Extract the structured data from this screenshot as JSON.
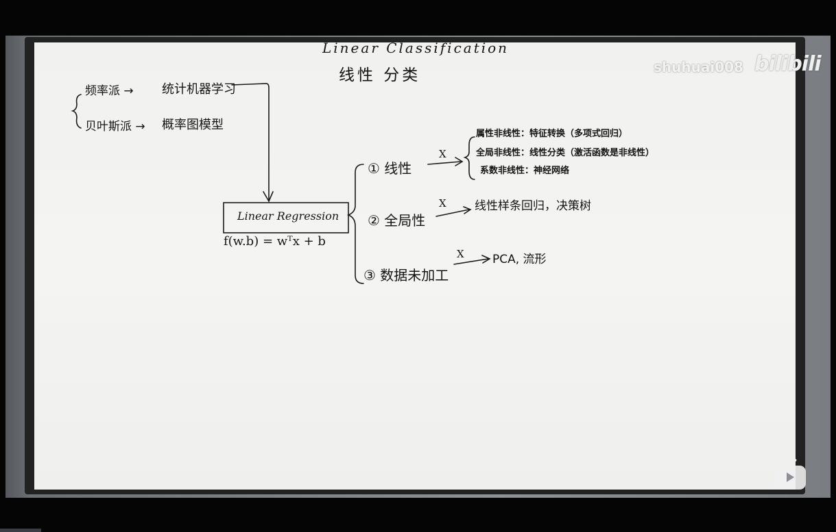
{
  "watermark": {
    "uploader": "shuhuai008",
    "logo_text": "bilibili",
    "tv_icon": "bilibili-tv-icon"
  },
  "board": {
    "title_en": "Linear Classification",
    "title_zh": "线性 分类",
    "schools": [
      {
        "label": "频率派 →",
        "target": "统计机器学习"
      },
      {
        "label": "贝叶斯派 →",
        "target": "概率图模型"
      }
    ],
    "center_box": "Linear Regression",
    "formula": "f(w.b) = wᵀx + b",
    "branches": [
      {
        "label": "① 线性",
        "mark": "X"
      },
      {
        "label": "② 全局性",
        "mark": "X",
        "result": "线性样条回归，决策树"
      },
      {
        "label": "③ 数据未加工",
        "mark": "X",
        "result": "PCA, 流形"
      }
    ],
    "sub_items": [
      "属性非线性：特征转换（多项式回归）",
      "全局非线性：线性分类（激活函数是非线性）",
      "系数非线性：神经网络"
    ]
  },
  "colors": {
    "background": "#050505",
    "board": "#f3f3f1",
    "ink": "#151515",
    "watermark": "#f2f2f2"
  }
}
